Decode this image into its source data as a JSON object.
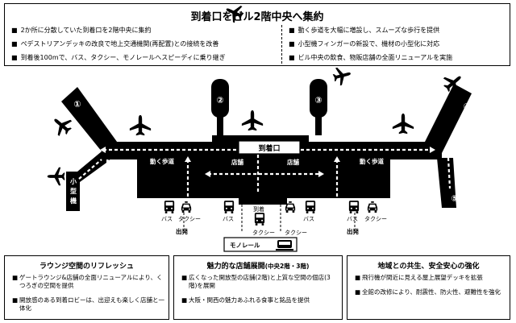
{
  "title": "到着口をビル2階中央へ集約",
  "top_left_bullets": [
    "2か所に分散していた到着口を2階中央に集約",
    "ペデストリアンデッキの改良で地上交通機関(再配置)との接続を改善",
    "到着後100mで、バス、タクシー、モノレールへスピーディに乗り継ぎ"
  ],
  "top_right_bullets": [
    "動く歩道を大幅に増設し、スムーズな歩行を提供",
    "小型機フィンガーの新設で、機材の小型化に対応",
    "ビル中央の飲食、物販店舗の全面リニューアルを実施"
  ],
  "diagram": {
    "arrival_gate": "到着口",
    "moving_walkway_left": "動く歩道",
    "moving_walkway_right": "動く歩道",
    "shop_left": "店舗",
    "shop_right": "店舗",
    "small_aircraft_chars": [
      "小",
      "型",
      "機"
    ],
    "gate_numbers": [
      "①",
      "②",
      "③",
      "④",
      "⑤"
    ],
    "arrival_label": "到着",
    "bus_1": "バス",
    "taxi_1": "タクシー",
    "bus_2": "バス",
    "departure_1": "出発",
    "taxi_center": "タクシー",
    "bus_3": "バス",
    "taxi_2": "タクシー",
    "bus_4": "バス",
    "taxi_3": "タクシー",
    "departure_2": "出発",
    "monorail": "モノレール"
  },
  "panels": [
    {
      "title": "ラウンジ空間のリフレッシュ",
      "title_note": "",
      "items": [
        "ゲートラウンジ&店舗の全面リニューアルにより、くつろぎの空間を提供",
        "開放感のある到着ロビーは、出迎えも楽しく店舗と一体化"
      ]
    },
    {
      "title": "魅力的な店舗展開",
      "title_note": "(中央2階・3階)",
      "items": [
        "広くなった開放型の店舗(2階)と上質な空間の個店(3階)を展開",
        "大阪・関西の魅力あふれる食事と銘品を提供"
      ]
    },
    {
      "title": "地域との共生、安全安心の強化",
      "title_note": "",
      "items": [
        "飛行機が間近に見える屋上展望デッキを拡張",
        "全館の改修により、耐震性、防火性、避難性を強化"
      ]
    }
  ]
}
